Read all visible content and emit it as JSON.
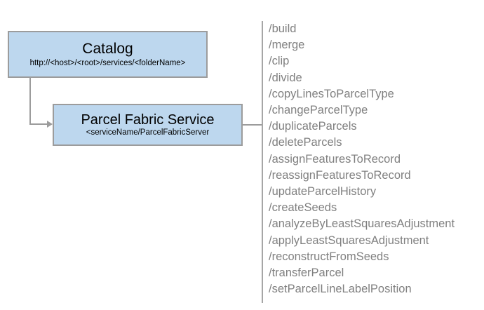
{
  "diagram": {
    "nodes": [
      {
        "id": "catalog",
        "title": "Catalog",
        "subtitle": "http://<host>/<root>/services/<folderName>",
        "fill": "#bdd7ee",
        "border": "#9c9c9c"
      },
      {
        "id": "parcel-fabric-service",
        "title": "Parcel Fabric Service",
        "subtitle": "<serviceName/ParcelFabricServer",
        "fill": "#bdd7ee",
        "border": "#9c9c9c"
      }
    ],
    "connector_color": "#9c9c9c",
    "divider_color": "#a6a6a6",
    "operations_text_color": "#808080",
    "operations": [
      "/build",
      "/merge",
      "/clip",
      "/divide",
      "/copyLinesToParcelType",
      "/changeParcelType",
      "/duplicateParcels",
      "/deleteParcels",
      "/assignFeaturesToRecord",
      "/reassignFeaturesToRecord",
      "/updateParcelHistory",
      "/createSeeds",
      "/analyzeByLeastSquaresAdjustment",
      "/applyLeastSquaresAdjustment",
      "/reconstructFromSeeds",
      "/transferParcel",
      "/setParcelLineLabelPosition"
    ]
  }
}
